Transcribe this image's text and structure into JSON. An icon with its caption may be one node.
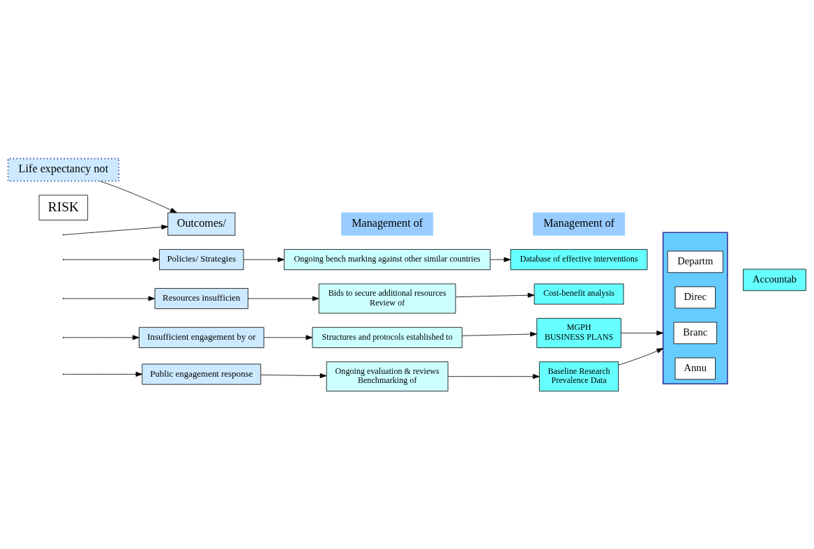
{
  "diagram": {
    "nodes": [
      {
        "text": [
          "Life expectancy not"
        ]
      },
      {
        "text": [
          "RISK"
        ]
      },
      {
        "text": [
          "Outcomes/"
        ]
      },
      {
        "text": [
          "Management of"
        ]
      },
      {
        "text": [
          "Management of"
        ]
      },
      {
        "text": [
          "Policies/ Strategies"
        ]
      },
      {
        "text": [
          "Ongoing bench marking against other similar countries"
        ]
      },
      {
        "text": [
          "Database of effective interventions"
        ]
      },
      {
        "text": [
          "Resources insufficien"
        ]
      },
      {
        "text": [
          "Bids to secure additional resources",
          "Review of"
        ]
      },
      {
        "text": [
          "Cost-benefit analysis"
        ]
      },
      {
        "text": [
          "Insufficient engagement by or"
        ]
      },
      {
        "text": [
          "Structures and protocols established to"
        ]
      },
      {
        "text": [
          "MGPH",
          "BUSINESS PLANS"
        ]
      },
      {
        "text": [
          "Public engagement response"
        ]
      },
      {
        "text": [
          "Ongoing evaluation & reviews",
          "Benchmarking of"
        ]
      },
      {
        "text": [
          "Baseline Research",
          "Prevalence Data"
        ]
      },
      {
        "text": [],
        "shape": "box"
      },
      {
        "text": [
          "Departm"
        ],
        "in": 17
      },
      {
        "text": [
          "Direc"
        ],
        "in": 17
      },
      {
        "text": [
          "Branc"
        ],
        "in": 17
      },
      {
        "text": [
          "Annu"
        ],
        "in": 17
      },
      {
        "text": [
          "Accountab"
        ]
      }
    ],
    "edges": [
      {
        "from": 0,
        "to": 2,
        "arrow": "to"
      },
      {
        "from": null,
        "to": 2,
        "arrow": "to"
      },
      {
        "from": null,
        "to": 5,
        "arrow": "to"
      },
      {
        "from": null,
        "to": 8,
        "arrow": "to"
      },
      {
        "from": null,
        "to": 11,
        "arrow": "to"
      },
      {
        "from": null,
        "to": 14,
        "arrow": "to"
      },
      {
        "from": 5,
        "to": 6,
        "arrow": "to"
      },
      {
        "from": 6,
        "to": 7,
        "arrow": "to"
      },
      {
        "from": 8,
        "to": 9,
        "arrow": "to"
      },
      {
        "from": 9,
        "to": 10,
        "arrow": "to"
      },
      {
        "from": 11,
        "to": 12,
        "arrow": "to"
      },
      {
        "from": 12,
        "to": 13,
        "arrow": "to"
      },
      {
        "from": 14,
        "to": 15,
        "arrow": "to"
      },
      {
        "from": 15,
        "to": 16,
        "arrow": "to"
      },
      {
        "from": 13,
        "to": 17,
        "arrow": "to"
      },
      {
        "from": 16,
        "to": 17,
        "arrow": "to"
      }
    ]
  }
}
